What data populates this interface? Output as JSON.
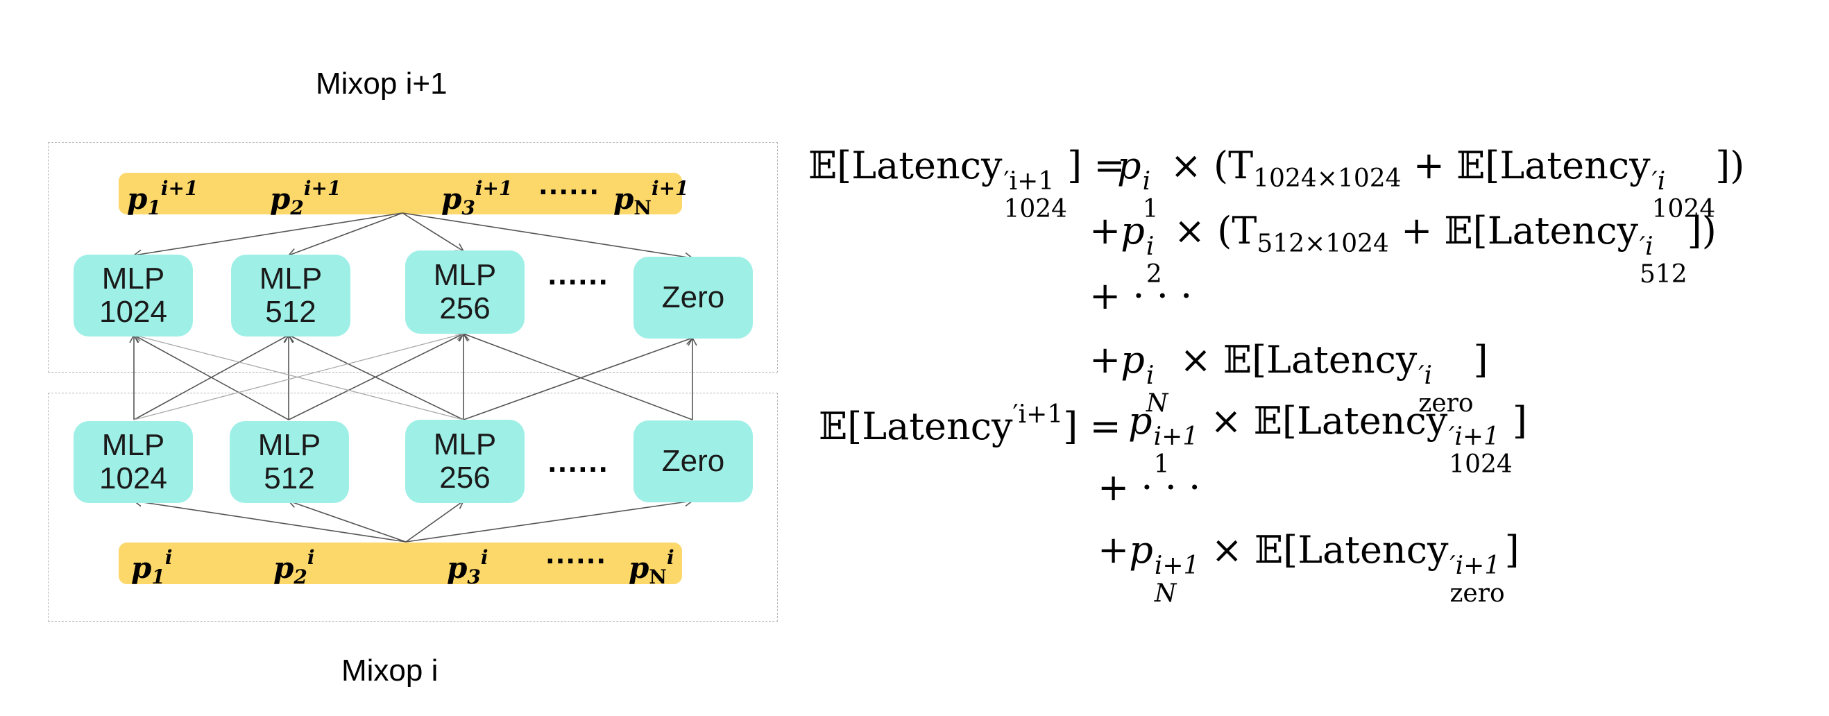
{
  "titles": {
    "top": "Mixop i+1",
    "bottom": "Mixop i"
  },
  "top_layer": {
    "probs": [
      {
        "base": "p",
        "sub": "1",
        "sup": "i+1"
      },
      {
        "base": "p",
        "sub": "2",
        "sup": "i+1"
      },
      {
        "base": "p",
        "sub": "3",
        "sup": "i+1"
      },
      {
        "base": "p",
        "sub": "N",
        "sup": "i+1"
      }
    ],
    "dots": "......",
    "ops": [
      {
        "label": "MLP\n1024"
      },
      {
        "label": "MLP\n512"
      },
      {
        "label": "MLP\n256"
      },
      {
        "label": "Zero"
      }
    ],
    "ops_dots": "......"
  },
  "bottom_layer": {
    "probs": [
      {
        "base": "p",
        "sub": "1",
        "sup": "i"
      },
      {
        "base": "p",
        "sub": "2",
        "sup": "i"
      },
      {
        "base": "p",
        "sub": "3",
        "sup": "i"
      },
      {
        "base": "p",
        "sub": "N",
        "sup": "i"
      }
    ],
    "dots": "......",
    "ops": [
      {
        "label": "MLP\n1024"
      },
      {
        "label": "MLP\n512"
      },
      {
        "label": "MLP\n256"
      },
      {
        "label": "Zero"
      }
    ],
    "ops_dots": "......"
  },
  "colors": {
    "prob_bar": "#fcd769",
    "op_box": "#9eefe6",
    "arrow": "#555555",
    "arrow_light": "#aaaaaa",
    "frame": "#b8b8b8"
  },
  "equations": {
    "eq1_lhs_prefix": "𝔼[Latency",
    "eq1_lhs_sup": "′i+1",
    "eq1_lhs_sub": "1024",
    "eq1_lhs_suffix": "] =",
    "eq1_line1": {
      "p_sup": "i",
      "p_sub": "1",
      "mid": " × (T",
      "t_sub": "1024×1024",
      "plus": " + 𝔼[Latency",
      "l_sup": "′i",
      "l_sub": "1024",
      "end": "])"
    },
    "eq1_line2": {
      "p_sup": "i",
      "p_sub": "2",
      "mid": " × (T",
      "t_sub": "512×1024",
      "plus": " + 𝔼[Latency",
      "l_sup": "′i",
      "l_sub": "512",
      "end": "])"
    },
    "eq1_line3": "+ · · ·",
    "eq1_line4": {
      "p_sup": "i",
      "p_sub": "N",
      "mid": " × 𝔼[Latency",
      "l_sup": "′i",
      "l_sub": "zero",
      "end": "]"
    },
    "eq2_lhs_prefix": "𝔼[Latency",
    "eq2_lhs_sup": "′i+1",
    "eq2_lhs_suffix": "] =",
    "eq2_line1": {
      "p_sup": "i+1",
      "p_sub": "1",
      "mid": " × 𝔼[Latency",
      "l_sup": "′i+1",
      "l_sub": "1024",
      "end": "]"
    },
    "eq2_line2": "+ · · ·",
    "eq2_line3": {
      "p_sup": "i+1",
      "p_sub": "N",
      "mid": " × 𝔼[Latency",
      "l_sup": "′i+1",
      "l_sub": "zero",
      "end": "]"
    }
  }
}
